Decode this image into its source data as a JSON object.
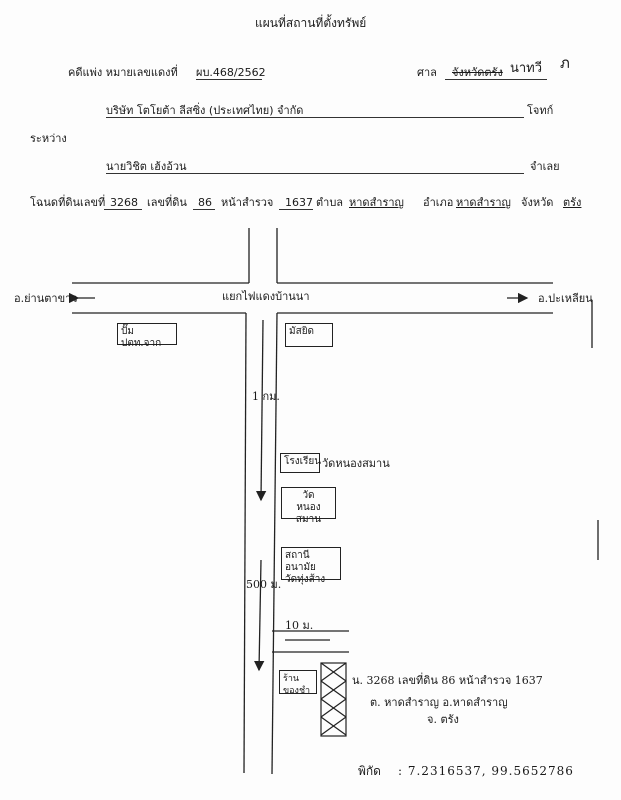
{
  "doc_title": "แผนที่สถานที่ตั้งทรัพย์",
  "header": {
    "case_label": "คดีแพ่ง หมายเลขแดงที่",
    "case_number": "ผบ.468/2562",
    "court_label": "ศาล",
    "court_value_printed": "จังหวัดตรัง",
    "court_value_handwritten": "นาทวี",
    "corner_mark": "ภ",
    "plaintiff": "บริษัท โตโยต้า ลีสซิ่ง (ประเทศไทย) จำกัด",
    "plaintiff_role": "โจทก์",
    "between": "ระหว่าง",
    "defendant": "นายวิชิต เฮ้งอ้วน",
    "defendant_role": "จำเลย"
  },
  "deed": {
    "deed_label": "โฉนดที่ดินเลขที่",
    "deed_no": "3268",
    "land_label": "เลขที่ดิน",
    "land_no": "86",
    "survey_label": "หน้าสำรวจ",
    "survey_no": "1637",
    "subdistrict_label": "ตำบล",
    "subdistrict": "หาดสำราญ",
    "district_label": "อำเภอ",
    "district": "หาดสำราญ",
    "province_label": "จังหวัด",
    "province": "ตรัง"
  },
  "map": {
    "left_dest": "อ.ย่านตาขาว",
    "right_dest": "อ.ปะเหลียน",
    "junction": "แยกไฟแดงบ้านนา",
    "label_box_left": "ปั๊ม ปตท.จาก",
    "label_box_mosque": "มัสยิด",
    "dist_1": "1 กม.",
    "label_school": "โรงเรียน",
    "label_school_name": "วัดหนองสมาน",
    "label_temple_1": "วัด",
    "label_temple_2": "หนองสมาน",
    "label_health_1": "สถานีอนามัย",
    "label_health_2": "วัดทุ่งส้าง",
    "dist_500": "500 ม.",
    "dist_10": "10 ม.",
    "label_shop": "ร้านของชำ",
    "prop_line1": "น. 3268  เลขที่ดิน 86  หน้าสำรวจ 1637",
    "prop_line2": "ต. หาดสำราญ  อ.หาดสำราญ",
    "prop_line3": "จ. ตรัง",
    "coords_label": "พิกัด",
    "coords_value": ": 7.2316537, 99.5652786"
  }
}
